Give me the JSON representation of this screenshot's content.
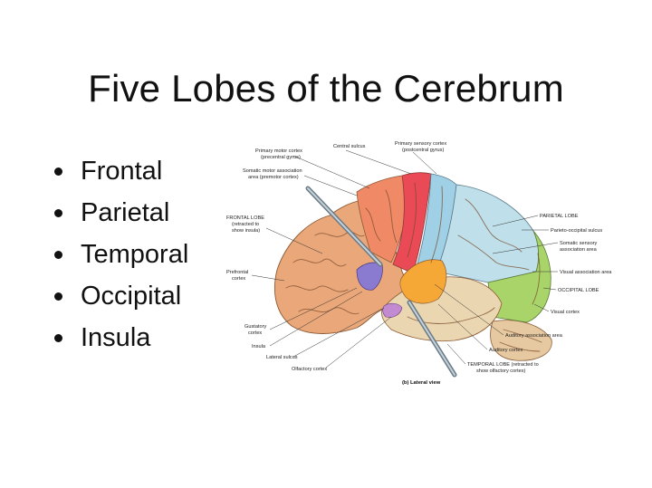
{
  "slide": {
    "title": "Five Lobes of the Cerebrum",
    "bullets": [
      "Frontal",
      "Parietal",
      "Temporal",
      "Occipital",
      "Insula"
    ]
  },
  "figure": {
    "caption": "(b) Lateral view",
    "labels": {
      "primary_motor_1": "Primary motor cortex",
      "primary_motor_2": "(precentral gyrus)",
      "central_sulcus": "Central sulcus",
      "primary_sensory_1": "Primary sensory cortex",
      "primary_sensory_2": "(postcentral gyrus)",
      "somatic_motor_1": "Somatic motor association",
      "somatic_motor_2": "area (premotor cortex)",
      "frontal_lobe_1": "FRONTAL LOBE",
      "frontal_lobe_2": "(retracted to",
      "frontal_lobe_3": "show insula)",
      "prefrontal_1": "Prefrontal",
      "prefrontal_2": "cortex",
      "gustatory_1": "Gustatory",
      "gustatory_2": "cortex",
      "insula": "Insula",
      "lateral_sulcus": "Lateral sulcus",
      "olfactory_cortex": "Olfactory cortex",
      "parietal_lobe": "PARIETAL LOBE",
      "parieto_occipital": "Parieto-occipital sulcus",
      "somatic_sensory_1": "Somatic sensory",
      "somatic_sensory_2": "association area",
      "visual_association": "Visual association area",
      "occipital_lobe": "OCCIPITAL LOBE",
      "visual_cortex": "Visual cortex",
      "auditory_association": "Auditory association area",
      "auditory_cortex": "Auditory cortex",
      "temporal_lobe_1": "TEMPORAL LOBE (retracted to",
      "temporal_lobe_2": "show olfactory cortex)"
    },
    "colors": {
      "frontal": "#e9a77a",
      "premotor": "#f08a66",
      "motor": "#e94a56",
      "sensory": "#9fd0e6",
      "parietal": "#bfe0ea",
      "occipital": "#a9d46a",
      "temporal": "#ead6b0",
      "auditory": "#f6a836",
      "insula": "#8a7ad0",
      "olfactory": "#c28ad0",
      "cerebellum": "#e6c9a0",
      "retractor": "#8a9ba6"
    }
  }
}
